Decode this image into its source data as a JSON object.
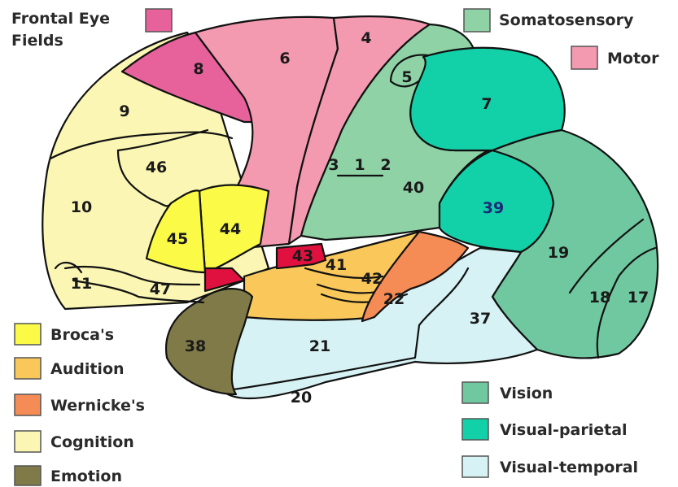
{
  "legend": {
    "frontal_eye_fields": {
      "line1": "Frontal Eye",
      "line2": "Fields",
      "color": "#e7619b"
    },
    "somatosensory": {
      "label": "Somatosensory",
      "color": "#8ed2a6"
    },
    "motor": {
      "label": "Motor",
      "color": "#f39ab0"
    },
    "brocas": {
      "label": "Broca's",
      "color": "#fafa47"
    },
    "audition": {
      "label": "Audition",
      "color": "#fac85a"
    },
    "wernickes": {
      "label": "Wernicke's",
      "color": "#f58b55"
    },
    "cognition": {
      "label": "Cognition",
      "color": "#fbf6b3"
    },
    "emotion": {
      "label": "Emotion",
      "color": "#7f7a47"
    },
    "vision": {
      "label": "Vision",
      "color": "#6fc8a0"
    },
    "visual_parietal": {
      "label": "Visual-parietal",
      "color": "#12d1a8"
    },
    "visual_temporal": {
      "label": "Visual-temporal",
      "color": "#d6f2f4"
    }
  },
  "areas": {
    "a1": "1",
    "a2": "2",
    "a3": "3",
    "a4": "4",
    "a5": "5",
    "a6": "6",
    "a7": "7",
    "a8": "8",
    "a9": "9",
    "a10": "10",
    "a11": "11",
    "a17": "17",
    "a18": "18",
    "a19": "19",
    "a20": "20",
    "a21": "21",
    "a22": "22",
    "a37": "37",
    "a38": "38",
    "a39": "39",
    "a40": "40",
    "a41": "41",
    "a42": "42",
    "a43": "43",
    "a44": "44",
    "a45": "45",
    "a46": "46",
    "a47": "47"
  },
  "colors": {
    "cognition": "#fbf6b3",
    "frontal_eye": "#e7619b",
    "motor": "#f39ab0",
    "somatosensory": "#8ed2a6",
    "visual_parietal": "#12d1a8",
    "vision": "#6fc8a0",
    "visual_temporal": "#d6f2f4",
    "brocas": "#fafa47",
    "audition": "#fac85a",
    "wernickes": "#f58b55",
    "emotion": "#7f7a47",
    "red_small": "#e0113f"
  }
}
